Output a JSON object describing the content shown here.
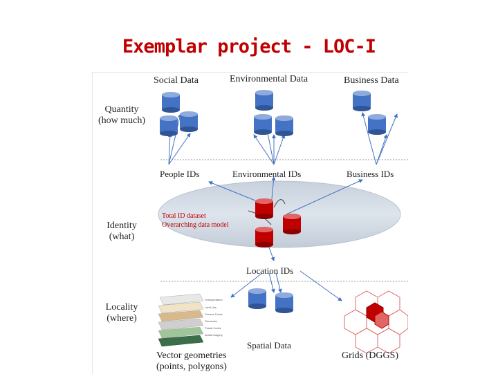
{
  "slide": {
    "title": "Exemplar project - LOC-I"
  },
  "diagram": {
    "top_labels": {
      "social": "Social Data",
      "environmental": "Environmental Data",
      "business": "Business Data"
    },
    "row_labels": {
      "quantity": "Quantity\n(how much)",
      "identity": "Identity\n(what)",
      "locality": "Locality\n(where)"
    },
    "id_labels": {
      "people": "People IDs",
      "environmental": "Environmental IDs",
      "business": "Business IDs",
      "location": "Location IDs"
    },
    "center": {
      "line1": "Total ID dataset",
      "line2": "Overarching data model"
    },
    "bottom_labels": {
      "spatial": "Spatial Data",
      "vector": "Vector geometries\n(points, polygons)",
      "grids": "Grids (DGGS)"
    },
    "layer_legend": [
      "Transportation",
      "Land Use",
      "Census Tracts",
      "Structures",
      "Postal Codes",
      "Aerial Imagery"
    ],
    "colors": {
      "db_blue": "#4472c4",
      "db_red": "#c00000",
      "ellipse": "#d0dae6",
      "title": "#c00000"
    }
  }
}
